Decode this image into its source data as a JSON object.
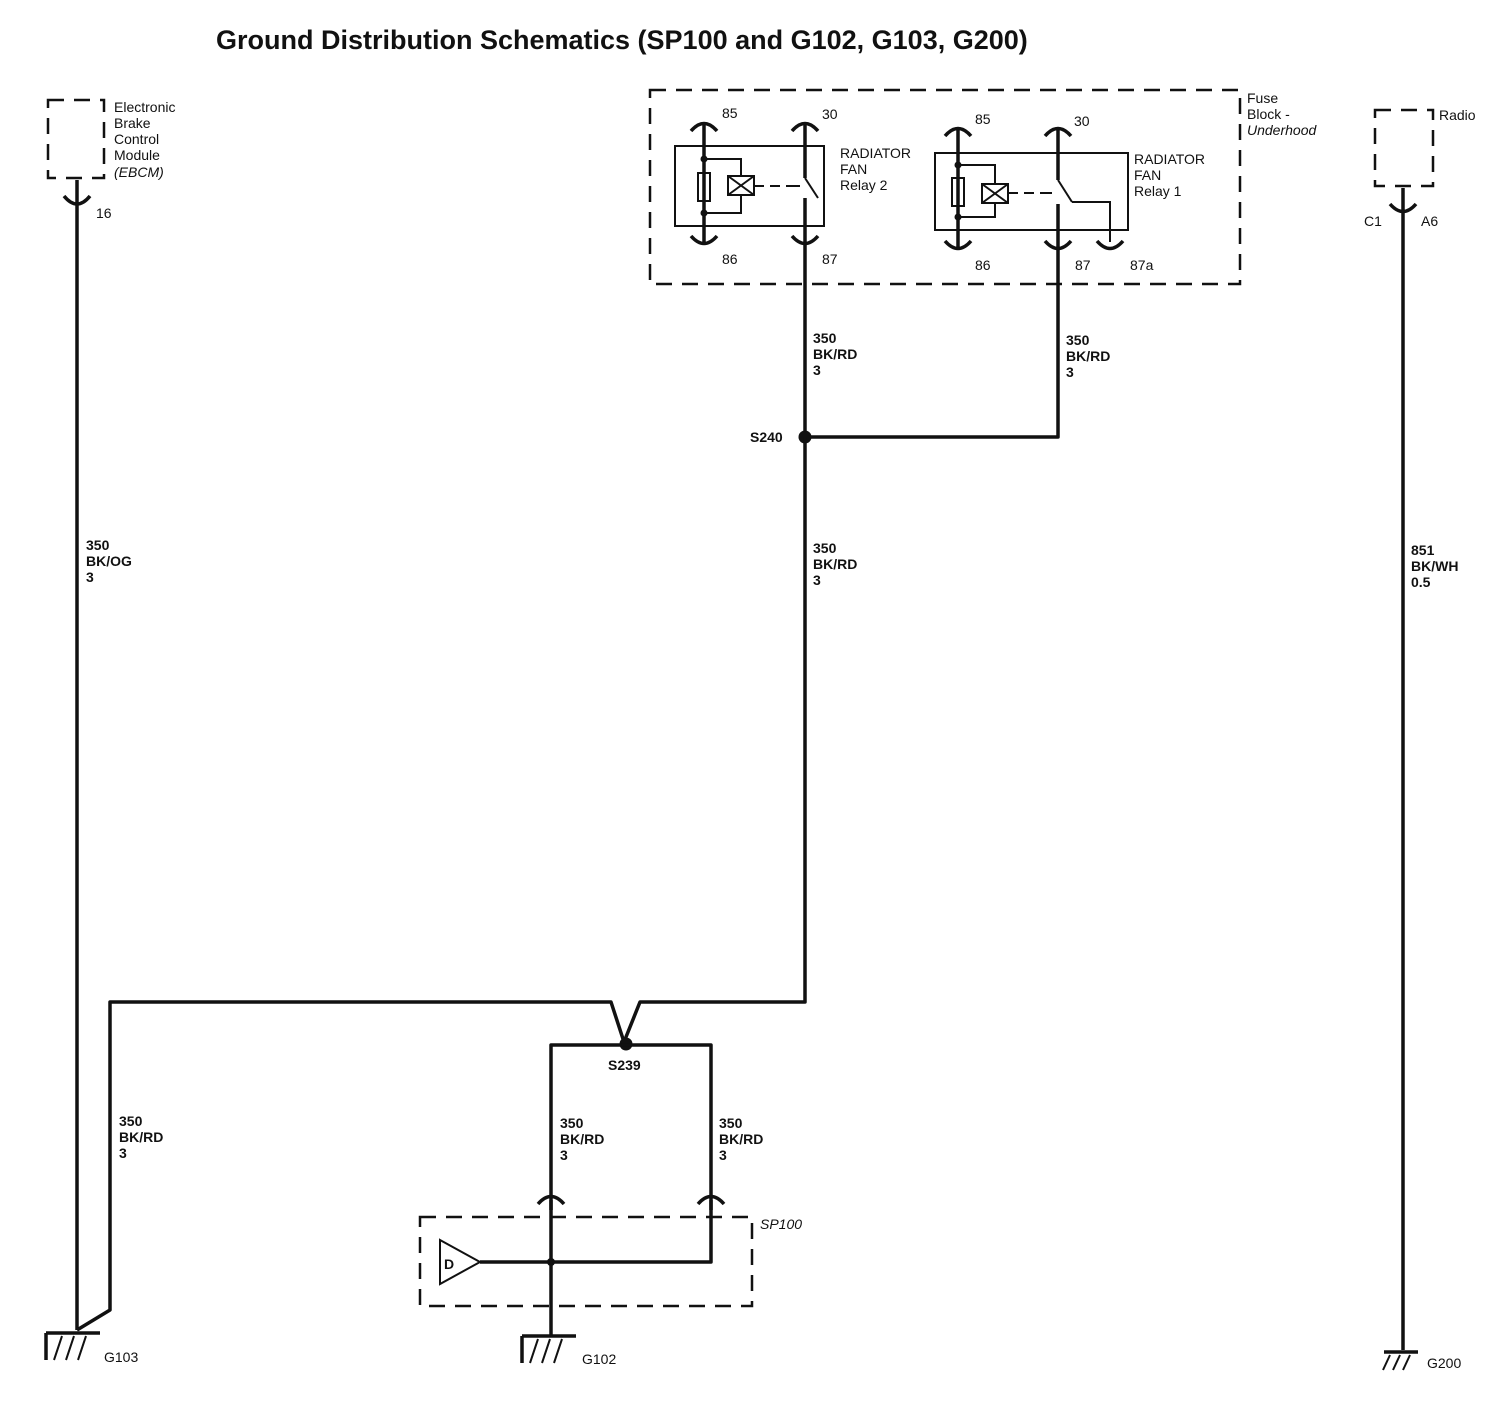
{
  "title": "Ground Distribution Schematics (SP100 and G102, G103, G200)",
  "ebcm": {
    "lines": [
      "Electronic",
      "Brake",
      "Control",
      "Module"
    ],
    "abbrev": "(EBCM)",
    "pin": "16",
    "wire": {
      "circuit": "350",
      "color": "BK/OG",
      "gauge": "3"
    }
  },
  "fuse_block": {
    "lines": [
      "Fuse",
      "Block -"
    ],
    "italic_line": "Underhood"
  },
  "relay2": {
    "lines": [
      "RADIATOR",
      "FAN",
      "Relay 2"
    ],
    "pins": {
      "p85": "85",
      "p30": "30",
      "p86": "86",
      "p87": "87"
    },
    "wire": {
      "circuit": "350",
      "color": "BK/RD",
      "gauge": "3"
    }
  },
  "relay1": {
    "lines": [
      "RADIATOR",
      "FAN",
      "Relay 1"
    ],
    "pins": {
      "p85": "85",
      "p30": "30",
      "p86": "86",
      "p87": "87",
      "p87a": "87a"
    },
    "wire": {
      "circuit": "350",
      "color": "BK/RD",
      "gauge": "3"
    }
  },
  "splices": {
    "s240": "S240",
    "s239": "S239"
  },
  "trunk_wire": {
    "circuit": "350",
    "color": "BK/RD",
    "gauge": "3"
  },
  "g103_wire": {
    "circuit": "350",
    "color": "BK/RD",
    "gauge": "3"
  },
  "sp100_left_wire": {
    "circuit": "350",
    "color": "BK/RD",
    "gauge": "3"
  },
  "sp100_right_wire": {
    "circuit": "350",
    "color": "BK/RD",
    "gauge": "3"
  },
  "sp100": {
    "label": "SP100",
    "symbol": "D"
  },
  "radio": {
    "label": "Radio",
    "connector": "C1",
    "pin": "A6",
    "wire": {
      "circuit": "851",
      "color": "BK/WH",
      "gauge": "0.5"
    }
  },
  "grounds": {
    "g103": "G103",
    "g102": "G102",
    "g200": "G200"
  }
}
